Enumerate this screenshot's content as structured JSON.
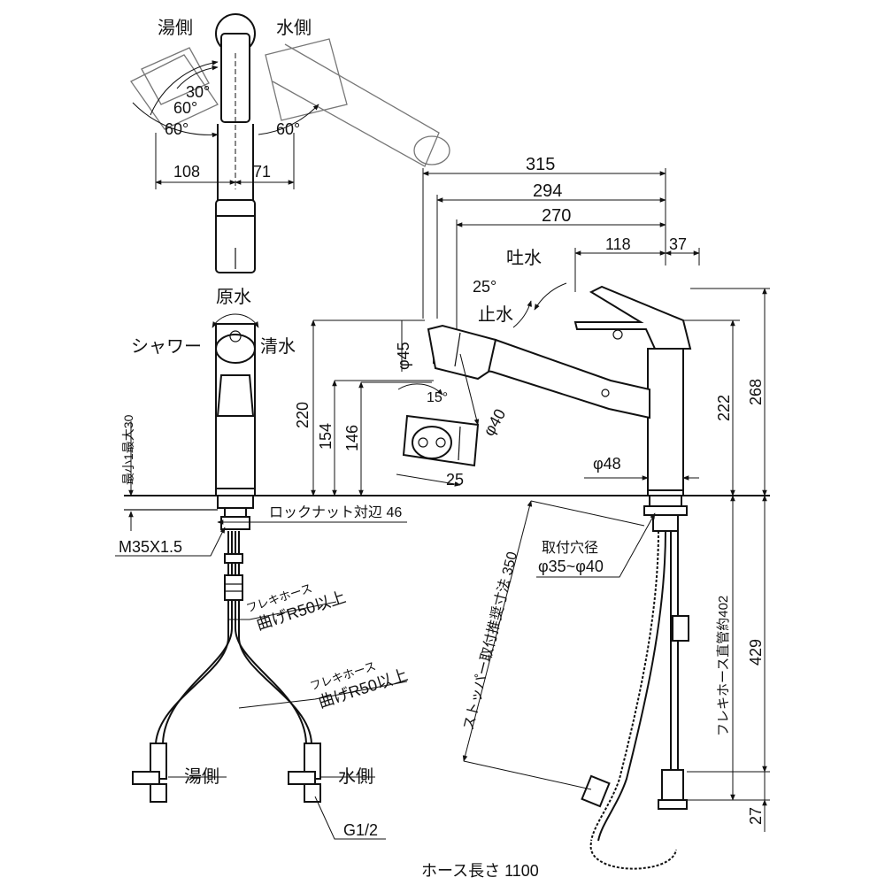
{
  "labels": {
    "hot_side_top": "湯側",
    "cold_side_top": "水側",
    "angle_30": "30°",
    "angle_60_a": "60°",
    "angle_60_b": "60°",
    "angle_60_c": "60°",
    "dim_108": "108",
    "dim_71": "71",
    "raw_water": "原水",
    "shower": "シャワー",
    "purified_water": "清水",
    "min_max": "最小1最大30",
    "lock_nut": "ロックナット対辺 46",
    "thread": "M35X1.5",
    "flex_hose_1": "フレキホース",
    "flex_bend_1": "曲げR50以上",
    "flex_hose_2": "フレキホース",
    "flex_bend_2": "曲げR50以上",
    "hot_side_bottom": "湯側",
    "cold_side_bottom": "水側",
    "g12": "G1/2",
    "hose_length": "ホース長さ  1100",
    "dim_315": "315",
    "dim_294": "294",
    "dim_270": "270",
    "dim_118": "118",
    "dim_37": "37",
    "spout_water": "吐水",
    "angle_25": "25°",
    "stop_water": "止水",
    "dia_45": "φ45",
    "dia_40": "φ40",
    "angle_15": "15°",
    "dim_220": "220",
    "dim_154": "154",
    "dim_146": "146",
    "dim_25": "25",
    "dia_48": "φ48",
    "dim_222": "222",
    "dim_268": "268",
    "mount_hole_label": "取付穴径",
    "mount_hole_value": "φ35~φ40",
    "stopper_dim": "ストッパー取付推奨寸法 350",
    "hose_straight": "フレキホース直管約402",
    "dim_429": "429",
    "dim_27": "27"
  }
}
